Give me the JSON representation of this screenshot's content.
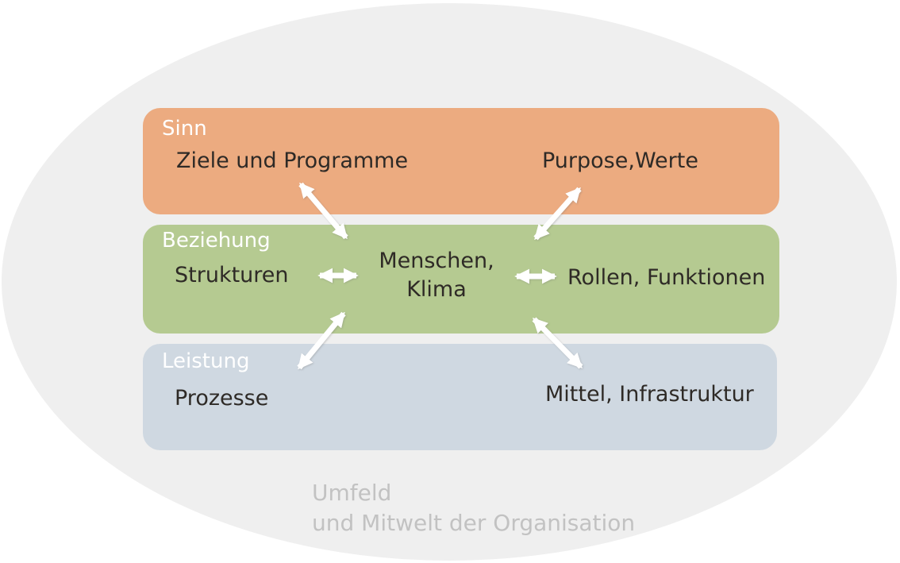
{
  "colors": {
    "background": "#ffffff",
    "ellipse": "#efefef",
    "sinn": "#ecab80",
    "beziehung": "#b5ca91",
    "leistung": "#cfd8e1",
    "arrow": "#ffffff",
    "text_dark": "#2e2a26",
    "band_label": "#ffffff",
    "footer_text": "#c2c2c2"
  },
  "bands": {
    "sinn": {
      "label": "Sinn",
      "color": "#ecab80",
      "left_item": "Ziele und Programme",
      "right_item": "Purpose,Werte"
    },
    "beziehung": {
      "label": "Beziehung",
      "color": "#b5ca91",
      "left_item": "Strukturen",
      "center_item_line1": "Menschen,",
      "center_item_line2": "Klima",
      "right_item": "Rollen, Funktionen"
    },
    "leistung": {
      "label": "Leistung",
      "color": "#cfd8e1",
      "left_item": "Prozesse",
      "right_item": "Mittel, Infrastruktur"
    }
  },
  "footer": {
    "line1": "Umfeld",
    "line2": "und Mitwelt der Organisation"
  },
  "arrows": [
    {
      "from": "Ziele und Programme",
      "to": "Menschen, Klima",
      "bidirectional": true
    },
    {
      "from": "Purpose,Werte",
      "to": "Menschen, Klima",
      "bidirectional": true
    },
    {
      "from": "Strukturen",
      "to": "Menschen, Klima",
      "bidirectional": true
    },
    {
      "from": "Menschen, Klima",
      "to": "Rollen, Funktionen",
      "bidirectional": true
    },
    {
      "from": "Menschen, Klima",
      "to": "Prozesse",
      "bidirectional": true
    },
    {
      "from": "Menschen, Klima",
      "to": "Mittel, Infrastruktur",
      "bidirectional": true
    }
  ]
}
